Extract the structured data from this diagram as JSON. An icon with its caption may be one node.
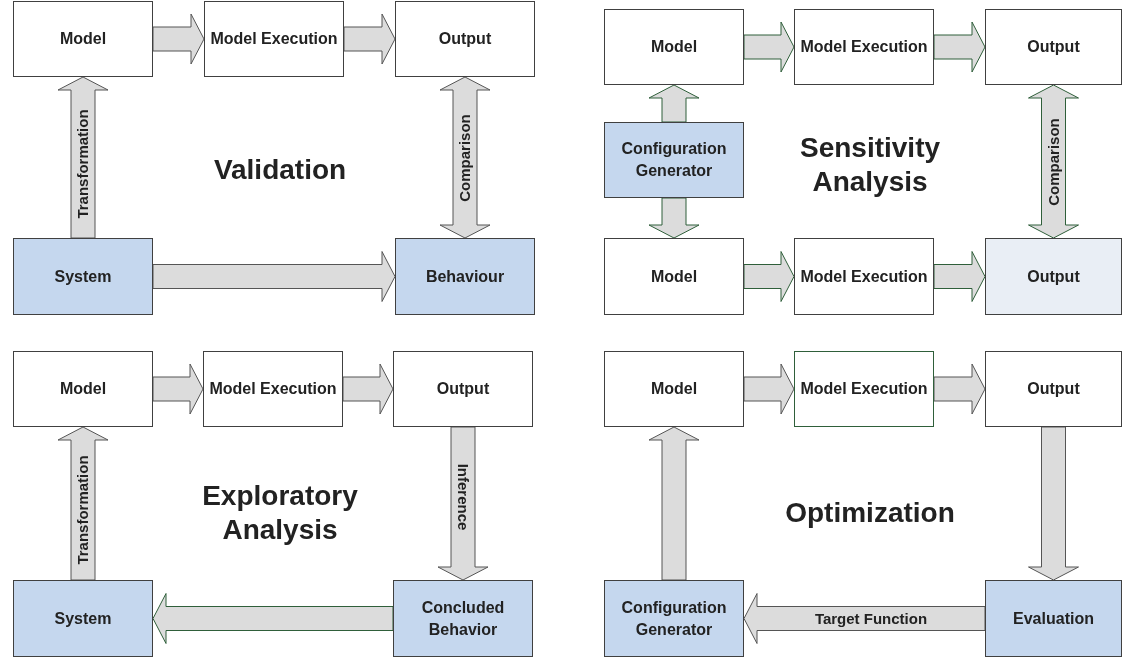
{
  "diagram": {
    "nodes": [
      {
        "text": [
          "Model"
        ]
      },
      {
        "text": [
          "Model Execution"
        ]
      },
      {
        "text": [
          "Output"
        ]
      },
      {
        "text": [
          "System"
        ]
      },
      {
        "text": [
          "Behaviour"
        ]
      },
      {
        "text": [
          "Model"
        ]
      },
      {
        "text": [
          "Model Execution"
        ]
      },
      {
        "text": [
          "Output"
        ]
      },
      {
        "text": [
          "Configuration Generator"
        ]
      },
      {
        "text": [
          "Model"
        ]
      },
      {
        "text": [
          "Model Execution"
        ]
      },
      {
        "text": [
          "Output"
        ]
      },
      {
        "text": [
          "Model"
        ]
      },
      {
        "text": [
          "Model Execution"
        ]
      },
      {
        "text": [
          "Output"
        ]
      },
      {
        "text": [
          "System"
        ]
      },
      {
        "text": [
          "Concluded Behavior"
        ]
      },
      {
        "text": [
          "Model"
        ]
      },
      {
        "text": [
          "Model Execution"
        ]
      },
      {
        "text": [
          "Output"
        ]
      },
      {
        "text": [
          "Configuration Generator"
        ]
      },
      {
        "text": [
          "Evaluation"
        ]
      }
    ],
    "edges": [
      {
        "from": 0,
        "to": 1,
        "arrow": "to"
      },
      {
        "from": 1,
        "to": 2,
        "arrow": "to"
      },
      {
        "from": 3,
        "to": 0,
        "arrow": "to",
        "label": "Transformation"
      },
      {
        "from": 2,
        "to": 4,
        "arrow": "both",
        "label": "Comparison"
      },
      {
        "from": 3,
        "to": 4,
        "arrow": "to"
      },
      {
        "from": 5,
        "to": 6,
        "arrow": "to",
        "color": "#2f5f3a"
      },
      {
        "from": 6,
        "to": 7,
        "arrow": "to",
        "color": "#2f5f3a"
      },
      {
        "from": 8,
        "to": 5,
        "arrow": "to",
        "color": "#2f5f3a"
      },
      {
        "from": 8,
        "to": 9,
        "arrow": "to",
        "color": "#2f5f3a"
      },
      {
        "from": 9,
        "to": 10,
        "arrow": "to",
        "color": "#2f5f3a"
      },
      {
        "from": 10,
        "to": 11,
        "arrow": "to",
        "color": "#2f5f3a"
      },
      {
        "from": 7,
        "to": 11,
        "arrow": "both",
        "label": "Comparison",
        "color": "#2f5f3a"
      },
      {
        "from": 12,
        "to": 13,
        "arrow": "to"
      },
      {
        "from": 13,
        "to": 14,
        "arrow": "to"
      },
      {
        "from": 15,
        "to": 12,
        "arrow": "to",
        "label": "Transformation"
      },
      {
        "from": 14,
        "to": 16,
        "arrow": "to",
        "label": "Inference"
      },
      {
        "from": 16,
        "to": 15,
        "arrow": "to",
        "color": "#2f5f3a"
      },
      {
        "from": 17,
        "to": 18,
        "arrow": "to"
      },
      {
        "from": 18,
        "to": 19,
        "arrow": "to"
      },
      {
        "from": 19,
        "to": 21,
        "arrow": "to"
      },
      {
        "from": 21,
        "to": 20,
        "arrow": "to",
        "label": "Target Function"
      },
      {
        "from": 20,
        "to": 17,
        "arrow": "to"
      }
    ],
    "labels": [
      "Validation",
      "Sensitivity Analysis",
      "Exploratory Analysis",
      "Optimization"
    ]
  }
}
